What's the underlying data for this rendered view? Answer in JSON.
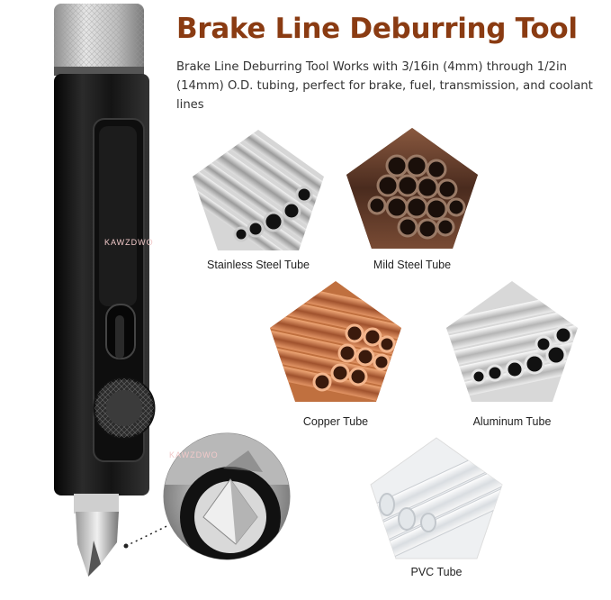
{
  "title": "Brake Line Deburring Tool",
  "description": "Brake Line Deburring Tool Works with 3/16in (4mm) through 1/2in (14mm) O.D. tubing, perfect for brake, fuel, transmission, and coolant lines",
  "watermarks": [
    "KAWZDWO",
    "KAWZDWO"
  ],
  "tubes": [
    {
      "label": "Stainless Steel Tube",
      "icon": "stainless-steel-tubes"
    },
    {
      "label": "Mild Steel Tube",
      "icon": "mild-steel-tubes"
    },
    {
      "label": "Copper Tube",
      "icon": "copper-tubes"
    },
    {
      "label": "Aluminum Tube",
      "icon": "aluminum-tubes"
    },
    {
      "label": "PVC Tube",
      "icon": "pvc-tubes"
    }
  ],
  "colors": {
    "title": "#8a3b12",
    "tool_body": "#1a1a1a",
    "copper": "#c0703f",
    "mild_steel": "#6b3f2b",
    "pvc": "#e9ecef"
  }
}
